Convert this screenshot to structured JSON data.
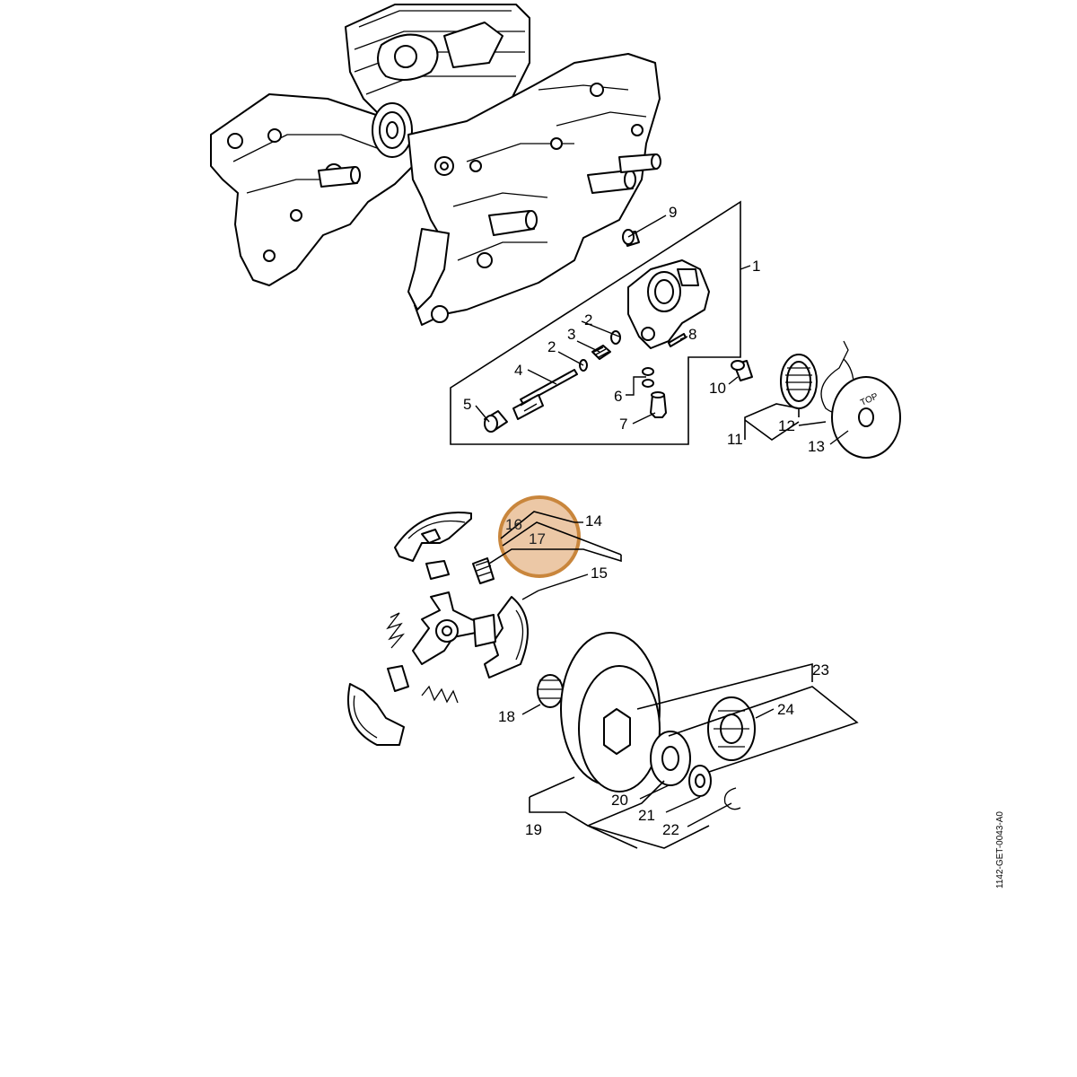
{
  "diagram": {
    "labels": {
      "p1": "1",
      "p2a": "2",
      "p2b": "2",
      "p3": "3",
      "p4": "4",
      "p5": "5",
      "p6": "6",
      "p7": "7",
      "p8": "8",
      "p9": "9",
      "p10": "10",
      "p11": "11",
      "p12": "12",
      "p13": "13",
      "p14": "14",
      "p15": "15",
      "p16": "16",
      "p17": "17",
      "p18": "18",
      "p19": "19",
      "p20": "20",
      "p21": "21",
      "p22": "22",
      "p23": "23",
      "p24": "24"
    },
    "washer_marking": "TOP",
    "document_code": "1142-GET-0043-A0",
    "highlight_color": "#e0a36b",
    "highlight_border_color": "#c9863c"
  }
}
